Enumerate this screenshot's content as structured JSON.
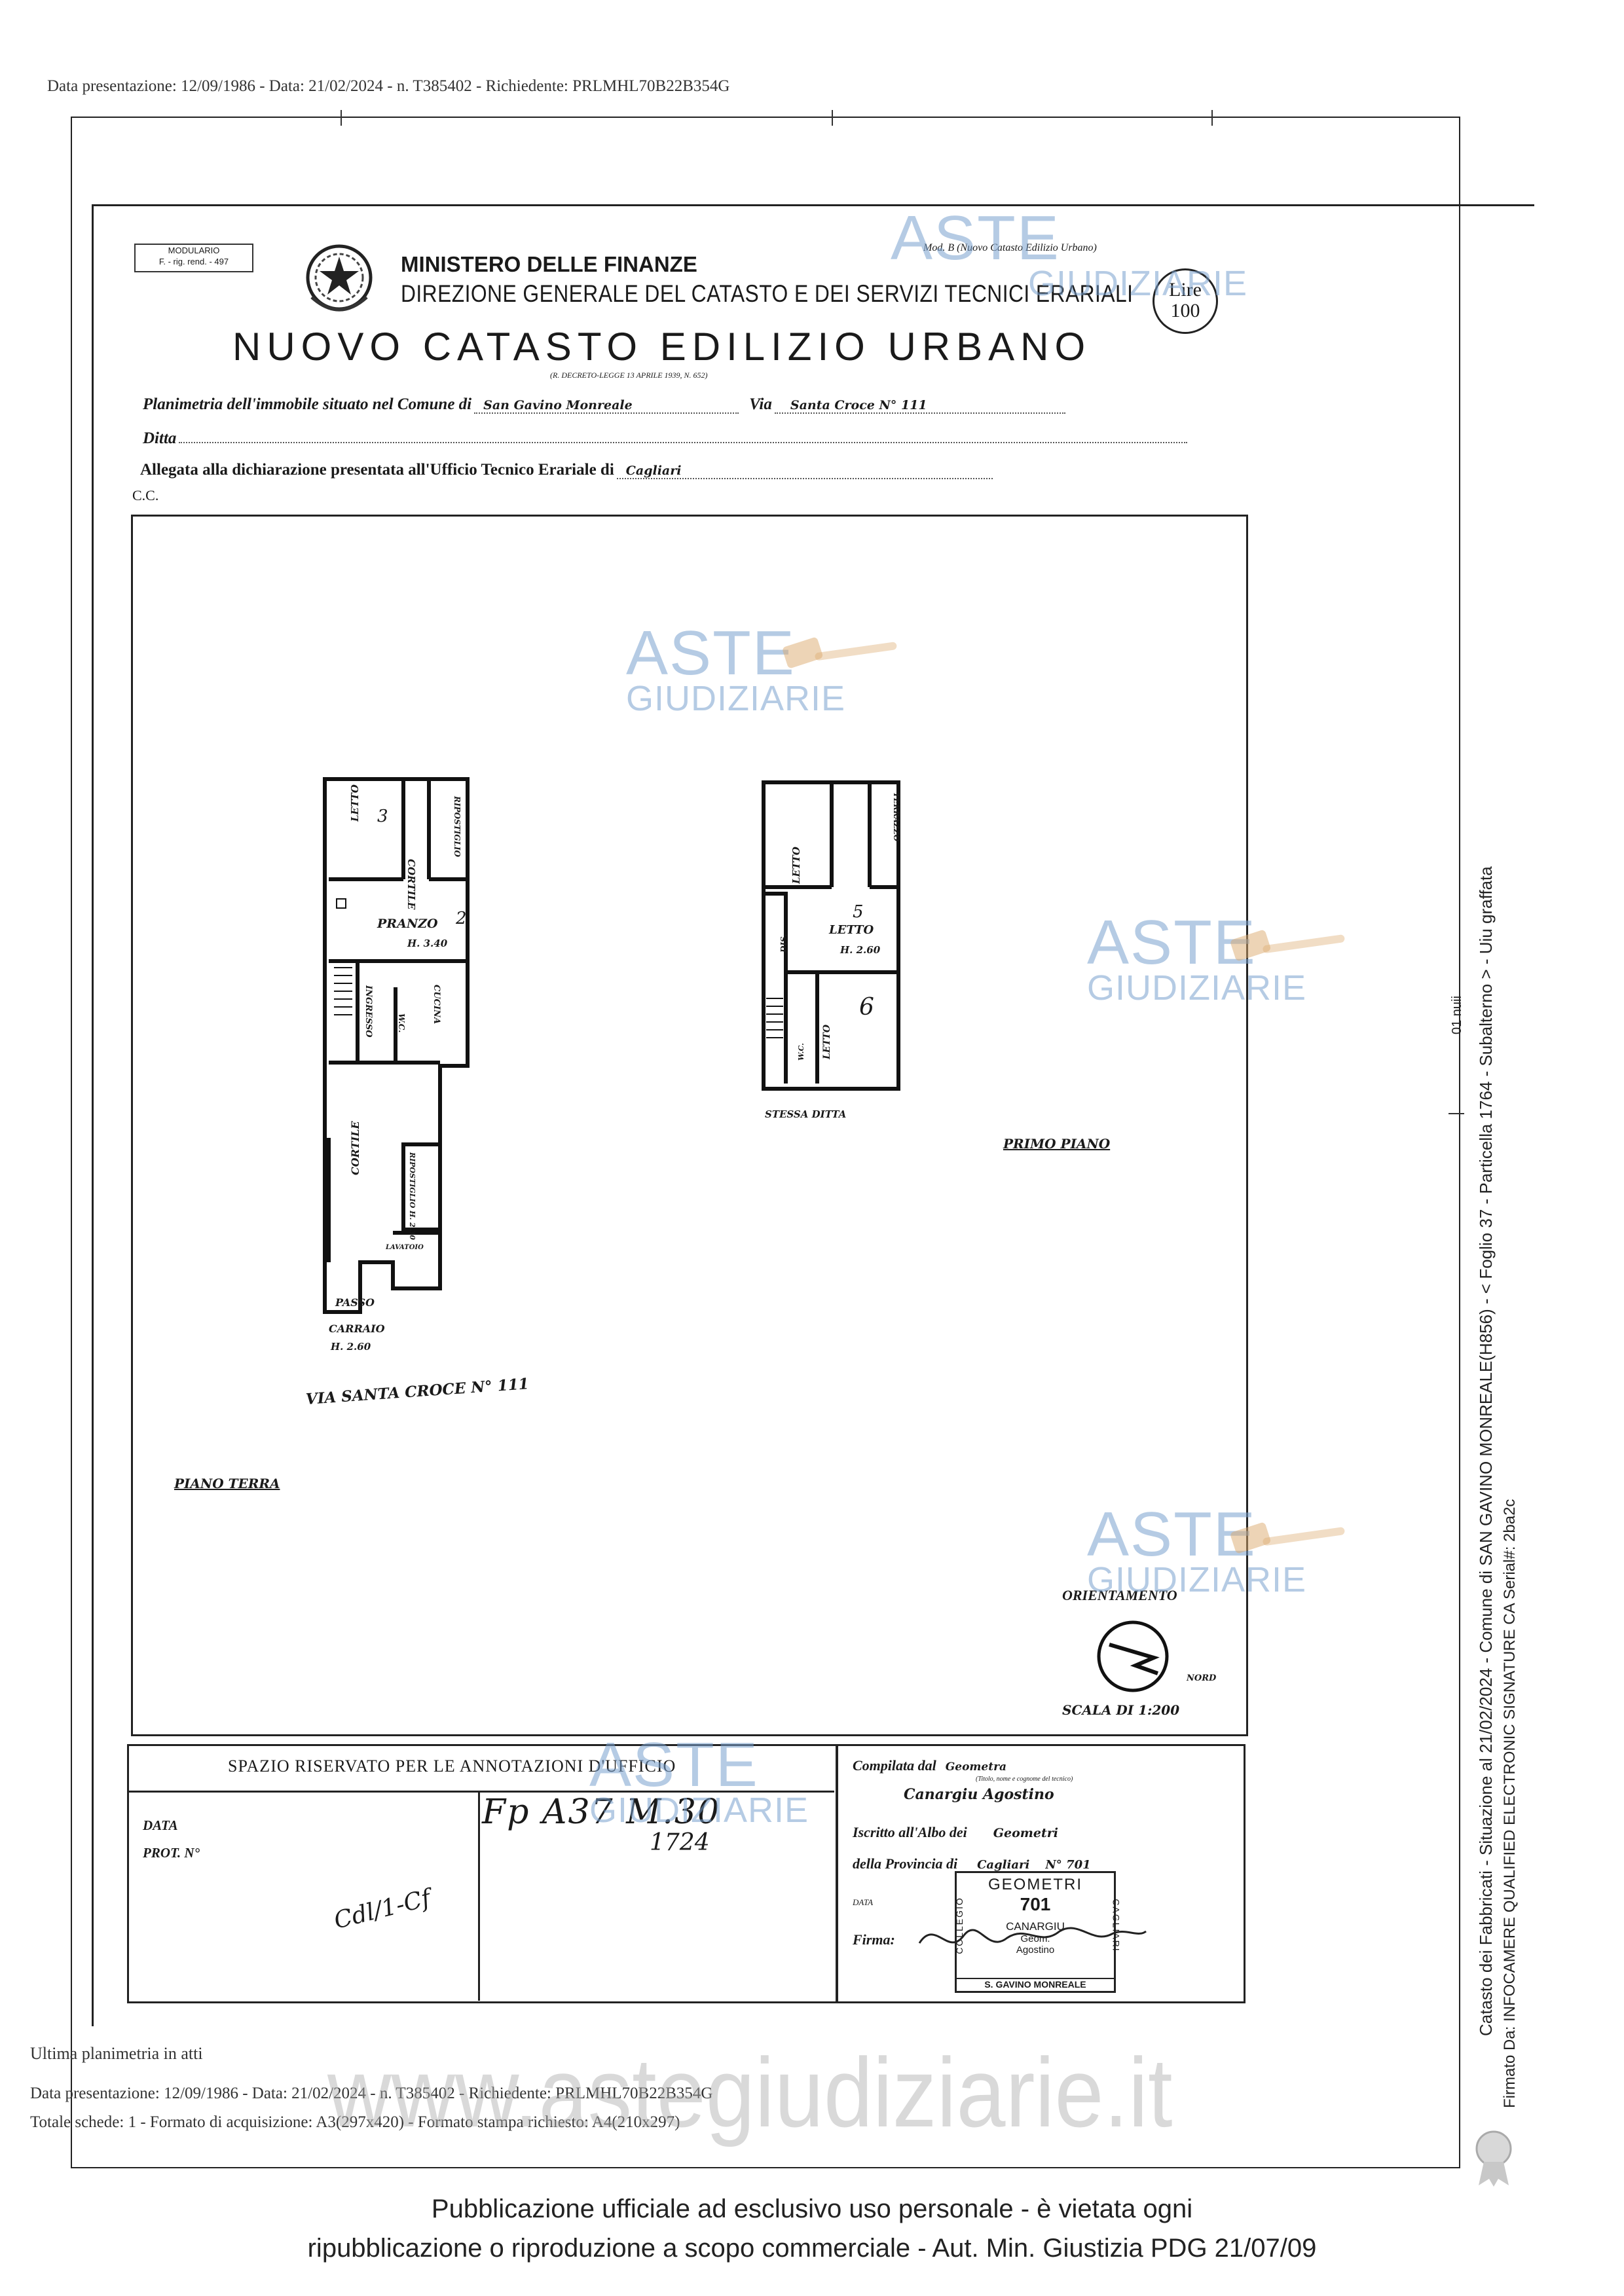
{
  "top_header": "Data presentazione: 12/09/1986 - Data: 21/02/2024 - n. T385402 - Richiedente: PRLMHL70B22B354G",
  "form": {
    "modulario_line1": "MODULARIO",
    "modulario_line2": "F. - rig. rend. - 497",
    "ministry": "MINISTERO DELLE FINANZE",
    "direction": "DIREZIONE GENERALE DEL CATASTO E DEI SERVIZI TECNICI ERARIALI",
    "title": "NUOVO CATASTO EDILIZIO URBANO",
    "decree": "(R. DECRETO-LEGGE 13 APRILE 1939, N. 652)",
    "mod_label": "Mod. B (Nuovo Catasto Edilizio Urbano)",
    "lire_label": "Lire",
    "lire_value": "100",
    "planimetria_label": "Planimetria dell'immobile situato nel Comune di",
    "comune_value": "San Gavino Monreale",
    "via_label": "Via",
    "via_value": "Santa Croce N° 111",
    "ditta_label": "Ditta",
    "allegata_label": "Allegata alla dichiarazione presentata all'Ufficio Tecnico Erariale di",
    "ufficio_value": "Cagliari",
    "cc_label": "C.C."
  },
  "plan": {
    "ground_rooms": [
      "LETTO",
      "CORTILE",
      "RIPOSTIGLIO",
      "PRANZO",
      "H. 3.40",
      "INGRESSO",
      "W.C.",
      "CUCINA",
      "CORTILE",
      "RIPOSTIGLIO H. 2.30",
      "LAVATOIO",
      "PASSO",
      "CARRAIO",
      "H. 2.60"
    ],
    "first_rooms": [
      "LETTO",
      "TERRAZZO",
      "DIS.",
      "LETTO",
      "H. 2.60",
      "W.C.",
      "LETTO"
    ],
    "handwritten_3": "3",
    "handwritten_2": "2",
    "handwritten_5": "5",
    "handwritten_6": "6",
    "via_label": "VIA SANTA CROCE N° 111",
    "stessa_ditta": "STESSA DITTA",
    "piano_terra": "PIANO TERRA",
    "primo_piano": "PRIMO PIANO",
    "orientamento": "ORIENTAMENTO",
    "nord": "NORD",
    "scala": "SCALA DI 1:200"
  },
  "annotations": {
    "title": "SPAZIO RISERVATO PER LE ANNOTAZIONI D'UFFICIO",
    "data_label": "DATA",
    "prot_label": "PROT. N°",
    "stamp_handwritten": "Fp A37 M.30",
    "stamp_handwritten_2": "1724",
    "signature_handwritten": "Cdl/1-Cf"
  },
  "compiler": {
    "compilata_label": "Compilata dal",
    "compilata_value": "Geometra",
    "compilata_note": "(Titolo, nome e cognome del tecnico)",
    "name_value": "Canargiu Agostino",
    "iscritto_label": "Iscritto all'Albo dei",
    "iscritto_value": "Geometri",
    "provincia_label": "della Provincia di",
    "provincia_value": "Cagliari",
    "numero_value": "N° 701",
    "data_label": "DATA",
    "firma_label": "Firma:",
    "stamp_top": "GEOMETRI",
    "stamp_num": "701",
    "stamp_name": "CANARGIU",
    "stamp_sub1": "Geom.",
    "stamp_sub2": "Agostino",
    "stamp_left": "COLLEGIO",
    "stamp_right": "CAGLIARI",
    "stamp_bottom": "S. GAVINO MONREALE"
  },
  "side": {
    "line1": "Catasto dei Fabbricati - Situazione al 21/02/2024 - Comune di SAN GAVINO MONREALE(H856) - < Foglio 37 - Particella 1764 - Subalterno > - Uiu graffata",
    "line1b": "01 nuii",
    "line2": "Firmato Da: INFOCAMERE QUALIFIED ELECTRONIC SIGNATURE CA Serial#: 2ba2c"
  },
  "footer_block": {
    "line1": "Ultima planimetria in atti",
    "line2": "Data presentazione: 12/09/1986 - Data: 21/02/2024 - n. T385402 - Richiedente: PRLMHL70B22B354G",
    "line3": "Totale schede: 1 - Formato di acquisizione: A3(297x420) - Formato stampa richiesto: A4(210x297)"
  },
  "watermark": {
    "aste": "ASTE",
    "giudiziarie": "GIUDIZIARIE",
    "site": "www.astegiudiziarie.it"
  },
  "bottom_notice": {
    "line1": "Pubblicazione ufficiale ad esclusivo uso personale - è vietata ogni",
    "line2": "ripubblicazione o riproduzione a scopo commerciale - Aut. Min. Giustizia PDG 21/07/09"
  }
}
